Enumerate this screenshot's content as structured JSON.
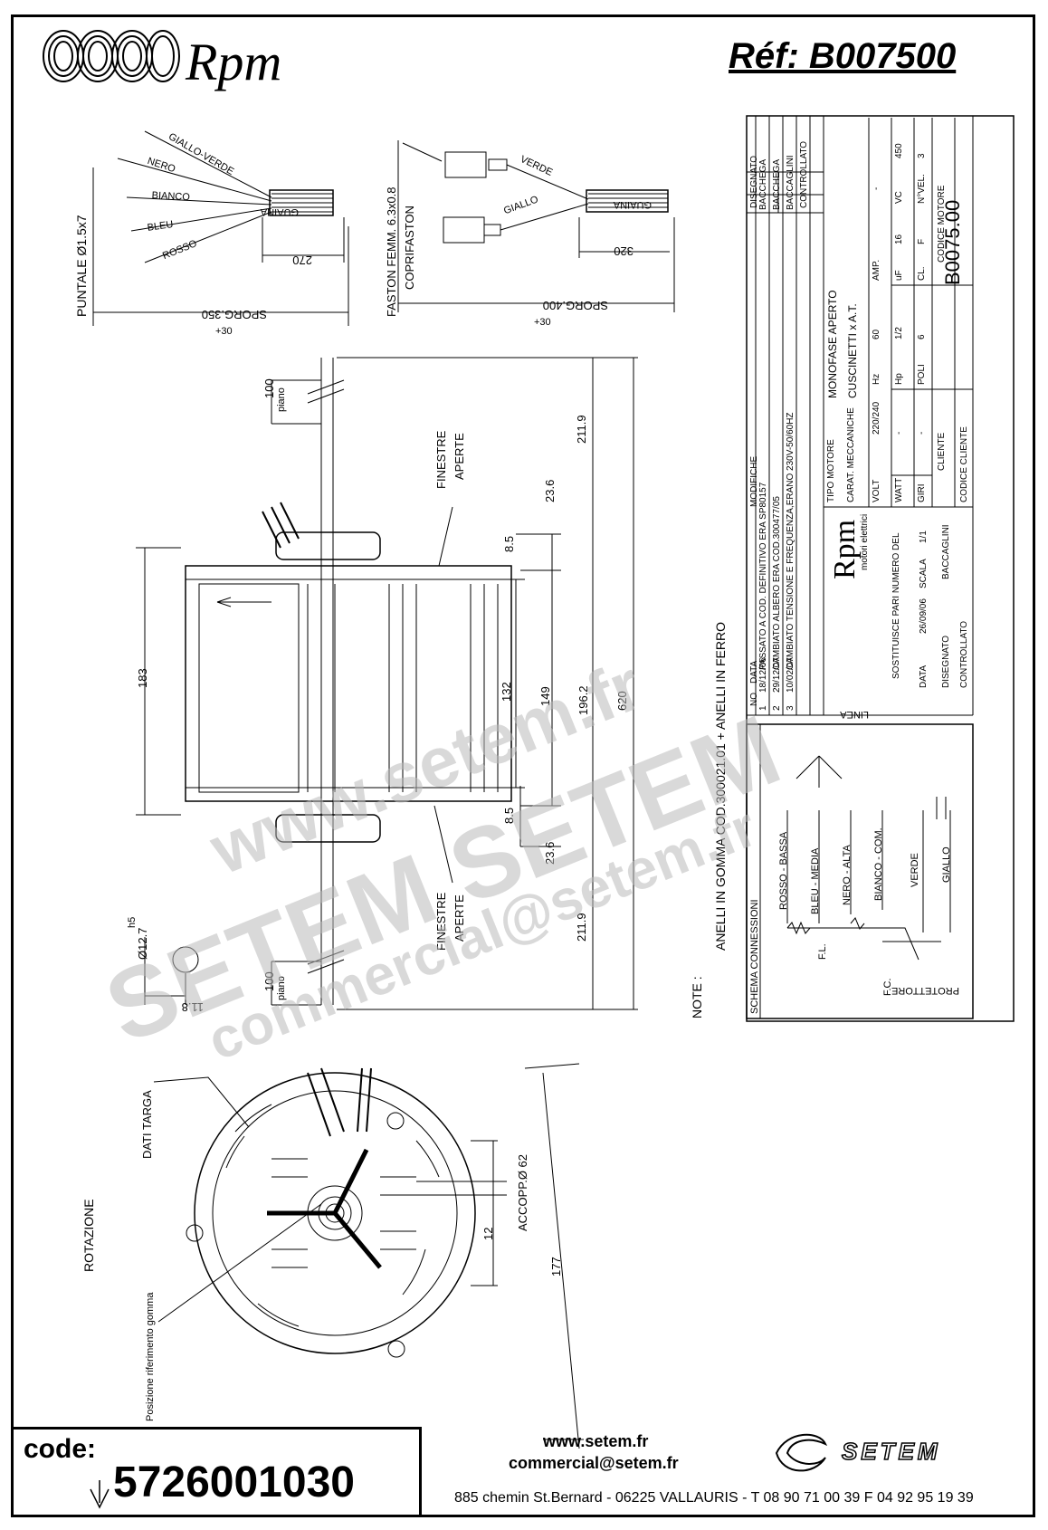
{
  "header": {
    "brand": "Rpm",
    "reference": "Réf:  B007500"
  },
  "wiring_left": {
    "wires": [
      "GIALLO-VERDE",
      "NERO",
      "BIANCO",
      "BLEU",
      "ROSSO"
    ],
    "sheath": "GUAINA",
    "dim_270": "270",
    "tip": "PUNTALE Ø1.5x7",
    "sporg": "SPORG.350",
    "tol": "+30"
  },
  "wiring_right": {
    "wires": [
      "VERDE",
      "GIALLO"
    ],
    "sheath": "GUAINA",
    "dim_320": "320",
    "faston_1": "FASTON FEMM. 6.3x0.8",
    "faston_2": "COPRIFASTON",
    "sporg": "SPORG.400",
    "tol": "+30"
  },
  "side_view": {
    "piano_dim": "100",
    "piano": "piano",
    "finestre_1": "FINESTRE",
    "aperte_1": "APERTE",
    "finestre_2": "FINESTRE",
    "aperte_2": "APERTE",
    "d_211_top": "211.9",
    "d_23_top": "23.6",
    "d_85_top": "8.5",
    "d_183": "183",
    "d_132": "132",
    "d_149": "149",
    "d_196": "196.2",
    "d_620": "620",
    "d_85_bot": "8.5",
    "d_23_bot": "23.6",
    "d_211_bot": "211.9",
    "shaft_dia": "Ø12.7",
    "shaft_tol": "h5",
    "d_118": "11.8",
    "piano_dim_bot": "100",
    "piano_bot": "piano"
  },
  "front_view": {
    "dati_targa": "DATI TARGA",
    "rotazione": "ROTAZIONE",
    "pos_rif": "Posizione riferimento gomma",
    "accopp": "ACCOPP.Ø 62",
    "d_12": "12",
    "d_177": "177"
  },
  "notes": {
    "label": "NOTE :",
    "text": "ANELLI IN GOMMA COD.300021.01 + ANELLI IN FERRO"
  },
  "title_block": {
    "mods": [
      {
        "no": "3",
        "date": "10/02/07",
        "text": "CAMBIATO TENSIONE E FREQUENZA,ERANO 230V-50/60HZ",
        "by": "BACCAGLINI"
      },
      {
        "no": "2",
        "date": "29/12/07",
        "text": "CAMBIATO ALBERO ERA COD.300477/05",
        "by": "BACCHEGA"
      },
      {
        "no": "1",
        "date": "18/12/06",
        "text": "PASSATO A COD. DEFINITIVO ERA SP80157",
        "by": "BACCHEGA"
      }
    ],
    "hdr_no": "NO",
    "hdr_data": "DATA",
    "hdr_mod": "MODIFICHE",
    "hdr_dis": "DISEGNATO",
    "hdr_contr": "CONTROLLATO",
    "brand": "Rpm",
    "brand_sub": "motori elettrici",
    "tipo_motore": "TIPO MOTORE",
    "tipo_val": "MONOFASE APERTO",
    "carat": "CARAT. MECCANICHE",
    "carat_val": "CUSCINETTI x A.T.",
    "volt": "VOLT",
    "volt_val": "220/240",
    "hz": "Hz",
    "hz_val": "60",
    "amp": "AMP.",
    "amp_val": "-",
    "watt": "WATT",
    "watt_val": "-",
    "hp": "Hp",
    "hp_val": "1/2",
    "uf": "uF",
    "uf_val": "16",
    "vc": "VC",
    "vc_val": "450",
    "giri": "GIRI",
    "giri_val": "-",
    "poli": "POLI",
    "poli_val": "6",
    "cl": "CL.",
    "cl_val": "F",
    "nvel": "N°VEL.",
    "nvel_val": "3",
    "sostituisce": "SOSTITUISCE PARI NUMERO DEL",
    "data": "DATA",
    "data_val": "26/09/06",
    "scala": "SCALA",
    "scala_val": "1/1",
    "disegnato": "DISEGNATO",
    "disegnato_val": "BACCAGLINI",
    "controllato": "CONTROLLATO",
    "cliente": "CLIENTE",
    "codice_cliente": "CODICE CLIENTE",
    "codice_motore": "CODICE MOTORE",
    "codice_val": "B0075.00"
  },
  "schema": {
    "title": "SCHEMA CONNESSIONI",
    "linea": "LINEA",
    "rosso": "ROSSO - BASSA",
    "bleu": "BLEU - MEDIA",
    "nero": "NERO - ALTA",
    "bianco": "BIANCO - COM.",
    "verde": "VERDE",
    "giallo": "GIALLO",
    "fl": "F.L.",
    "fc": "F.C.",
    "protettore": "PROTETTORE"
  },
  "watermarks": {
    "w1": "www.setem.fr",
    "w2": "SETEM SETEM",
    "w3": "commercial@setem.fr"
  },
  "footer": {
    "code_label": "code:",
    "code_value": "5726001030",
    "website": "www.setem.fr",
    "email": "commercial@setem.fr",
    "address": "885 chemin St.Bernard  -  06225 VALLAURIS  -  T 08 90 71 00 39   F 04 92 95 19 39",
    "logo": "SETEM"
  }
}
